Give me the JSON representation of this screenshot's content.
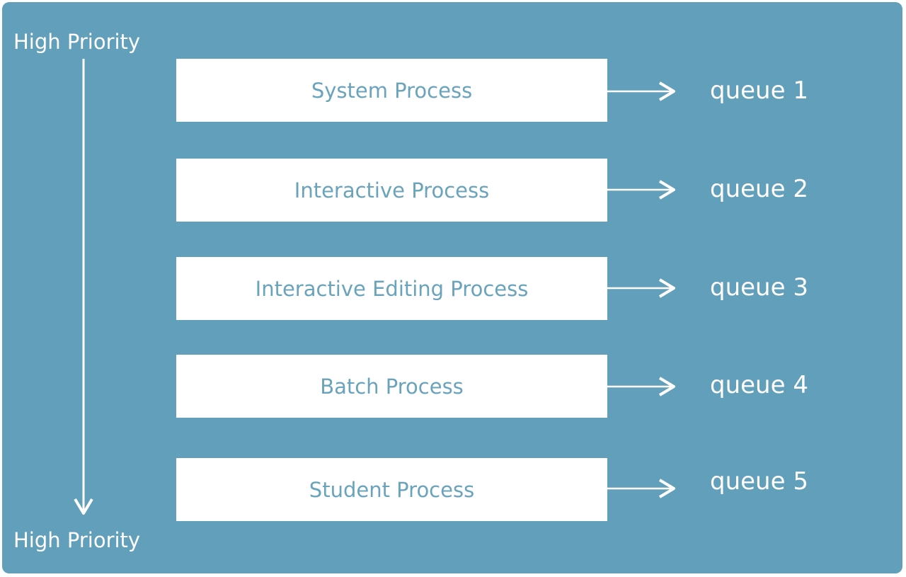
{
  "diagram": {
    "priority_top_label": "High Priority",
    "priority_bottom_label": "High Priority",
    "rows": [
      {
        "process": "System Process",
        "queue": "queue 1"
      },
      {
        "process": "Interactive Process",
        "queue": "queue 2"
      },
      {
        "process": "Interactive Editing Process",
        "queue": "queue 3"
      },
      {
        "process": "Batch Process",
        "queue": "queue 4"
      },
      {
        "process": "Student Process",
        "queue": "queue 5"
      }
    ]
  },
  "colors": {
    "panel_background": "#629fba",
    "box_fill": "#ffffff",
    "box_text": "#6aa3bc",
    "arrow_and_label": "#ffffff"
  }
}
